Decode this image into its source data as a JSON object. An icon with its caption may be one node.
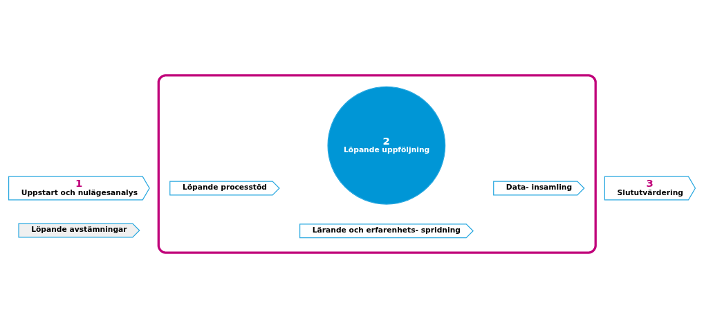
{
  "diagram": {
    "nodes": [
      {
        "text": [
          "1",
          "Uppstart och nulägesanalys"
        ]
      },
      {
        "text": [],
        "shape": "box"
      },
      {
        "text": [
          "Lärande och erfarenhets- spridning"
        ],
        "in": 1
      },
      {
        "text": [
          "2",
          "Löpande uppföljning"
        ],
        "in": 1
      },
      {
        "text": [
          "Löpande processtöd"
        ],
        "in": 1
      },
      {
        "text": [
          "Data- insamling"
        ],
        "in": 1
      },
      {
        "text": [
          "3",
          "Slututvärdering"
        ]
      },
      {
        "text": [
          "Löpande avstämningar"
        ]
      }
    ]
  }
}
